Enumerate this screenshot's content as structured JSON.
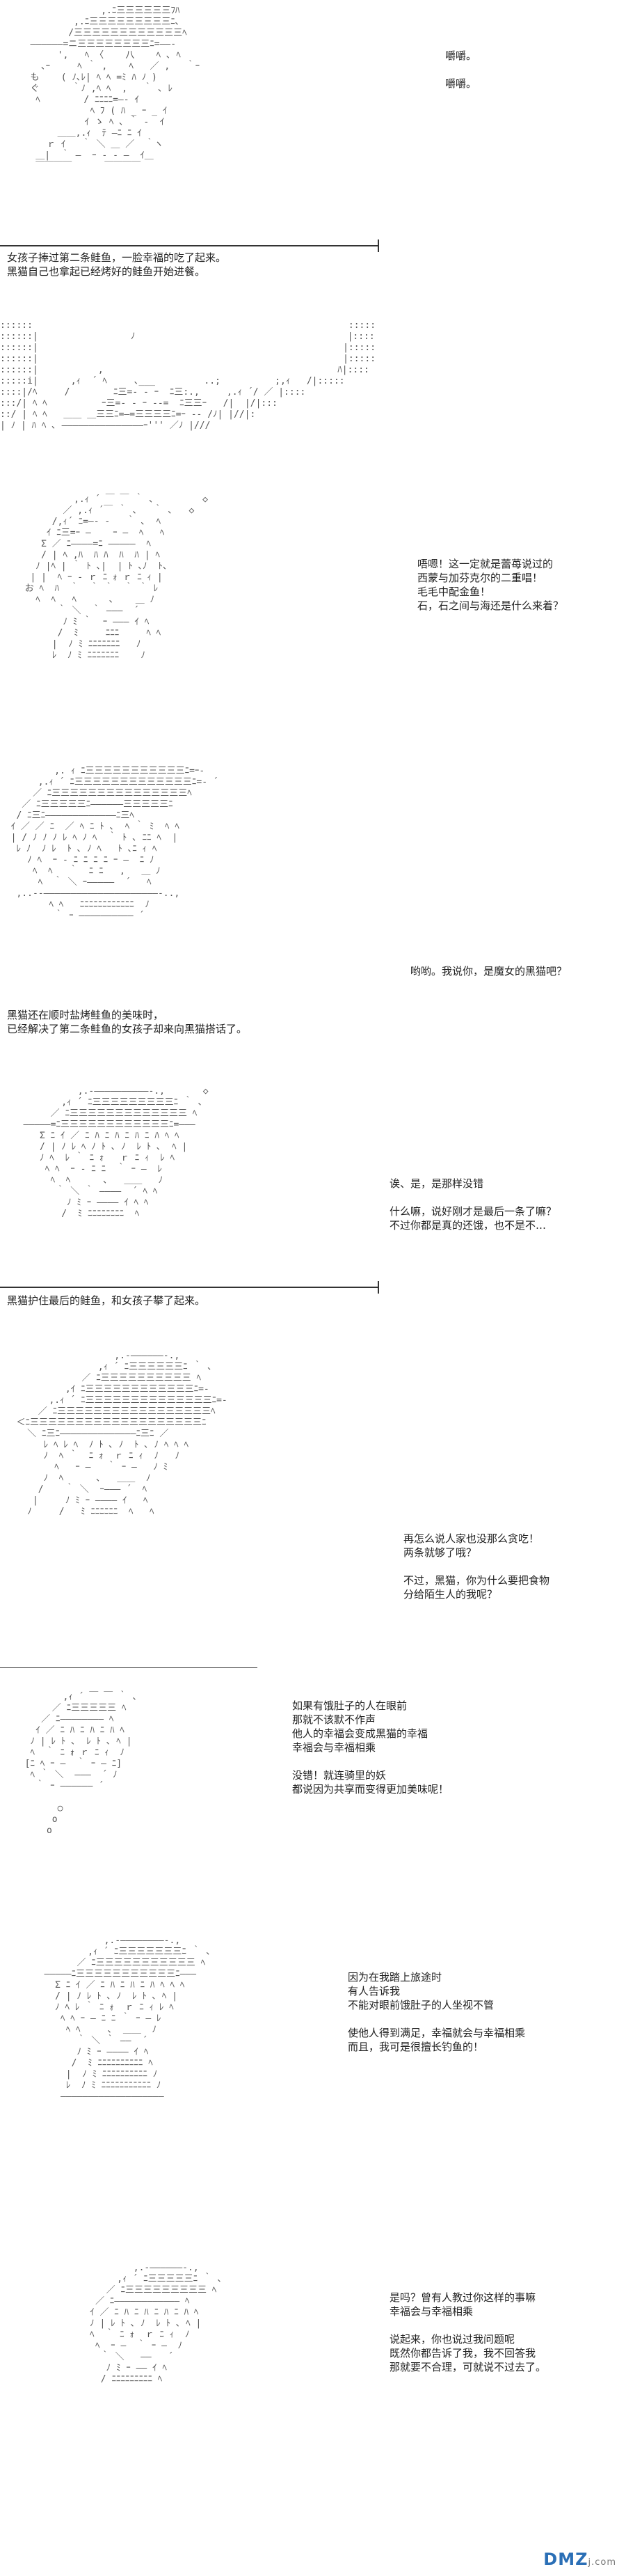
{
  "panels": [
    {
      "art": "                ,.ﾆ三三三三三三ﾌﾊ\n           ,.ﾆ三三三三三三三三三ﾆ､\n          /三三三三三三三三三三三三ﾍ\n   ――――――=ニ三三三三三三三三ﾆ=――‐\n        ',   ﾍ 〈    八    ﾍ ､ ﾍ\n     ､ｰ     ﾍ ｀ ,    ﾍ   ／ ,   ｀ｰ\n   も    ( ﾉ､ﾚ| ﾍ ﾍ =ﾐ ﾊ ﾉ )\n   ぐ      ｀ﾉ ,ﾍ ﾍ  ,   ｀ ､ ﾚ\n    ﾍ        / ﾆﾆﾆﾆ=―- ｲ\n              ﾍ ﾌ ( ﾊ _ ｰ _ ｲ\n             ｲ ゝ ﾍ ､ ｀ ‐  ｲ\n        ＿＿,.ｨ  ﾃ ―ﾆ ﾆ ｲ\n      ｒ ｲ   ｀ ＼ ＿ ／  ｀ヽ\n    ＿|  ｀ ―  ｰ ‐ ‐ ―  ｲ＿\n    ￣￣￣￣      ￣￣￣￣",
      "dialog": "嚼嚼。\n\n嚼嚼。",
      "narration": "女孩子捧过第二条鲑鱼，一脸幸福的吃了起来。\n黑猫自己也拿起已经烤好的鲑鱼开始进餐。"
    },
    {
      "art": "::::::                                                          :::::\n::::::|                 ﾉ                                       |::::\n::::::|                                                        |:::::\n::::::|                                                        |:::::\n::::::|           ,                                           ﾊ|::::\n:::::i|      ,ｨ  ´ ﾍ     ､___         ..;          ;,ｨ   /|:::::\n::::|/ﾍ     /        ﾆ三=- ‐ ｰ  ﾆ三:.,     ,.ｨ ´/ ／ |::::\n:::/| ﾍ ﾍ          ｰ三=- ‐ ｰ ‐-=  ﾆ三三ｰ   /|  |/|:::\n::/ | ﾍ ﾍ   ＿＿ ＿三三ﾆ=―=三三三三ﾆ=ｰ -‐ /ﾉ| |//|:\n| ﾉ | ﾊ ﾍ ､ ―――――――――――――――ｰ''' ／ﾉ |///"
    },
    {
      "art": "           ,.ｨ ´ ￣ ￣ ｀ ､         ◇\n         ／ ,.ｨ ´￣ ｀ ､   ｀ ､   ◇\n       /,ｨ´ ﾆ=―‐ -   ｀ ､  ﾍ\n      ｲ ﾆ三=ｰ ―    ｰ ―  ﾍ   ﾍ\n     Σ ／ ﾆ――――=ﾆ ―――――  ﾍ\n     / | ﾍ ,ﾊ  ﾊ ﾊ  ﾊ  ﾊ | ﾍ\n    ﾉ |ﾍ | ｀ ﾄ ､|  | ﾄ ､ﾉ  ﾄ、\n   | |  ﾍ ｰ ‐ ｒ ﾆ ｫ ｒ ﾆ ｨ |\n  お ﾍ  ﾊ  ｀  ｀ ｀  ｀ ｀ ﾚ\n    ﾍ  ﾍ   ﾍ      ､    ＿ ﾉ\n        ｀ ＼  ｀ ―――  ´\n         ﾉ ﾐ ｀  ｰ ――― ｲ ﾍ\n        /  ﾐ     ﾆﾆﾆ     ﾍ ﾍ\n       |  ﾉ ﾐ ﾆﾆﾆﾆﾆﾆﾆ   ﾉ\n       ﾚ  ﾉ ﾐ ﾆﾆﾆﾆﾆﾆﾆ    ﾉ",
      "dialog": "唔嗯！这一定就是蕾苺说过的\n西蒙与加芬克尔的二重唱！\n毛毛中配金鱼！\n石，石之间与海还是什么来着？"
    },
    {
      "art": "          ,. ｨ ﾆ三三三三三三三三三三三ﾆ=ｰ-\n       ,.ｨ ´ ﾆ三三三三三三三三三三三三三ﾆ=‐ ´\n      ／ ﾆ三三三三三三三三三三三三三三三ﾍ\n    ／ ﾆ三三三三三ﾆ――――――三三三三三ﾆ\n   / ﾆ三ﾆ―――――――――――――ﾆ三ﾍ\n  ｲ ／ ／ ﾆ  ／ ﾍ ﾆ ﾄ ､  ﾍ ｀ ﾐ  ﾍ ﾍ\n  | / ﾉ ﾉ ﾉ ﾚ ﾍ ﾉ ﾍ  ｀ ﾄ ､ ﾆﾆ ﾍ  |\n   ﾚ ﾉ  ﾉ ﾚ  ﾄ ､ ﾉ ﾍ   ﾄ ､ﾆ ｨ ﾍ\n     ﾉ ﾍ  ｰ ‐ ﾆ ﾆ ﾆ ﾆ ｰ ―  ﾆ ﾉ\n      ﾍ  ﾍ   ｀  ﾆ ﾆ   ,   ＿ ﾉ\n       ﾍ  ｀ ＼ ｰ―――――  ´   ﾍ\n   ,..-‐―――――――――――――――――――――-..,\n         ﾍ ﾍ   ﾆﾆﾆﾆﾆﾆﾆﾆﾆﾆﾆﾆ  ﾉ\n          ｀ ｰ ―――――――――― ´",
      "dialog": "哟哟。我说你，是魔女的黑猫吧？",
      "narration": "黑猫还在顺时盐烤鲑鱼的美味时，\n已经解决了第二条鲑鱼的女孩子却来向黑猫搭话了。"
    },
    {
      "art": "             ,.-――――――――――-.,       ◇\n          ,ｨ ´ ﾆ三三三三三三三三三ﾆ ｀ ､\n        ／ ﾆ三三三三三三三三三三三三三 ﾍ\n   ―――――=ﾆ三三三三三三三三三三三三ﾆ=―――\n      Σ ﾆ ｲ ／ ﾆ ﾊ ﾆ ﾊ ﾆ ﾊ ﾆ ﾊ ﾍ ﾍ\n      / | ﾉ ﾚ ﾍ ﾉ ﾄ ､ ﾉ  ﾚ ﾄ ､  ﾍ |\n      ﾉ ﾍ  ﾚ ｀ ﾆ ｫ   ｒ ﾆ ｨ  ﾚ ﾍ\n       ﾍ ﾍ  ｰ ‐ ﾆ ﾆ  ｀ ｰ ―  ﾚ\n        ﾍ  ﾍ      ､   ＿＿   ﾉ\n         ｀ ＼ ｀ ――――  ´ ﾍ ﾍ\n           ﾉ ﾐ ｰ ―――― ｲ ﾍ ﾍ\n          /  ﾐ ﾆﾆﾆﾆﾆﾆﾆﾆ  ﾍ",
      "dialog": "诶、是，是那样没错\n\n什么嘛，说好刚才是最后一条了嘛？\n不过你都是真的还饿，也不是不…",
      "narration": "黑猫护住最后的鲑鱼，和女孩子攀了起来。"
    },
    {
      "art": "                     ,.-――――――-.,\n                  ,ｨ ´ ﾆ三三三三三三ﾆ ｀ ､\n               ／ ﾆ三三三三三三三三三三 ﾍ\n            ,ｲ ﾆ三三三三三三三三三三三三ﾆ=-\n         ,.ｨ ´ ﾆ三三三三三三三三三三三三三三ﾆ=‐\n       ／ ﾆ三三三三三三三三三三三三三三三三三ﾍ\n   ＜ﾆ三三三三三三三三三三三三三三三三三三三ﾆ\n     ＼ ﾆ三ﾆ――――――――――――――ﾆ三ﾆ ／\n        ﾚ ﾍ ﾚ ﾍ  ﾉ ﾄ ､ ﾉ  ﾄ ､ ﾉ ﾍ ﾍ ﾍ\n        ﾉ  ﾍ ｀  ﾆ ｫ  ｒ ﾆ ｨ  ﾉ   ﾉ\n          ﾍ   ｰ ―   ｀ ｰ ―   ﾉ ﾐ\n        ﾉ  ﾍ      ､   ＿＿  ﾉ\n       /    ｀ ＼  ｰ――― ´  ﾍ\n      |     ﾉ ﾐ ｰ ―――― ｲ   ﾍ\n     ﾉ     /   ﾐ ﾆﾆﾆﾆﾆﾆ  ﾍ   ﾍ",
      "dialog": "再怎么说人家也没那么贪吃！\n两条就够了哦？\n\n不过，黑猫，你为什么要把食物\n分给陌生人的我呢？"
    },
    {
      "art": "         ,ｨ ´ ￣ ￣ ｀ ､\n       ／ ﾆ三三三三三 ﾍ\n     ／ ﾆ―――――――― ﾍ\n    ｲ ／ ﾆ ﾊ ﾆ ﾊ ﾆ ﾊ ﾍ\n   ﾉ | ﾚ ﾄ ､  ﾚ ﾄ ､ ﾍ |\n   ﾍ  ｀ ﾆ ｫ ｒ ﾆ ｨ  ﾉ\n  [ﾆ ﾍ ｰ ―  ｀ ｰ ― ﾆ]\n   ﾍ ｀ ＼  ―――  ´ ﾉ\n    ｀ ｰ ―――――― ´\n\n        ○\n       o\n      o",
      "dialog": "如果有饿肚子的人在眼前\n那就不该默不作声\n他人的幸福会变成黑猫的幸福\n幸福会与幸福相乘\n\n没错！就连骑里的妖\n都说因为共享而变得更加美味呢！"
    },
    {
      "art": "              ,.-――――――――-.,\n           ,ｨ ´ ﾆ三三三三三三三ﾆ ｀ ､\n         ／ ﾆ三三三三三三三三三三三 ﾍ\n   ―――――ﾆ三三三三三三三三三三三ﾆ―――\n     Σ ﾆ ｲ ／ ﾆ ﾊ ﾆ ﾊ ﾆ ﾊ ﾍ ﾍ ﾍ\n     / | ﾉ ﾚ ﾄ ､ ﾉ  ﾚ ﾄ ､ ﾍ |\n     ﾉ ﾍ ﾚ ｀ ﾆ ｫ  ｒ ﾆ ｨ ﾚ ﾍ\n      ﾍ ﾍ ｰ ― ﾆ ﾆ ｀ ｰ ― ﾚ\n       ﾍ ﾍ     ､  ＿＿  ﾉ\n         ｀ ＼ ｀ ――  ´\n         ﾉ ﾐ ｰ ―――― ｲ ﾍ\n        /  ﾐ ﾆﾆﾆﾆﾆﾆﾆﾆﾆﾆ ﾍ\n       |  ﾉ ﾐ ﾆﾆﾆﾆﾆﾆﾆﾆﾆﾆ ﾉ\n       ﾚ  ﾉ ﾐ ﾆﾆﾆﾆﾆﾆﾆﾆﾆﾆﾆ ﾉ\n      ―――――――――――――――――――",
      "dialog": "因为在我踏上旅途时\n有人告诉我\n不能对眼前饿肚子的人坐视不管\n\n使他人得到满足，幸福就会与幸福相乘\n而且，我可是很擅长钓鱼的！"
    },
    {
      "art": "             ,.-――――――-.,\n          ,ｨ ´ ﾆ三三三三三ﾆ ｀ ､\n        ／ ﾆ三三三三三三三三三 ﾍ\n      ／ ﾆ―――――――――――― ﾍ\n     ｲ ／ ﾆ ﾊ ﾆ ﾊ ﾆ ﾊ ﾆ ﾊ ﾍ\n     ﾉ | ﾚ ﾄ ､ ﾉ  ﾚ ﾄ ､ ﾍ |\n     ﾍ  ｀ ﾆ ｫ  ｒ ﾆ ｨ  ﾉ\n      ﾍ  ｰ ―  ｀ ｰ ―  ﾉ\n       ｀ ＼   ――   ´\n        ﾉ ﾐ ｰ ―― ｲ ﾍ\n       / ﾆﾆﾆﾆﾆﾆﾆﾆﾆ ﾍ",
      "dialog": "是吗？曾有人教过你这样的事嘛\n幸福会与幸福相乘\n\n说起来，你也说过我问题呢\n既然你都告诉了我，我不回答我\n那就要不合理，可就说不过去了。"
    }
  ],
  "watermark": {
    "brand": "DMZ",
    "domain": "j.com"
  }
}
